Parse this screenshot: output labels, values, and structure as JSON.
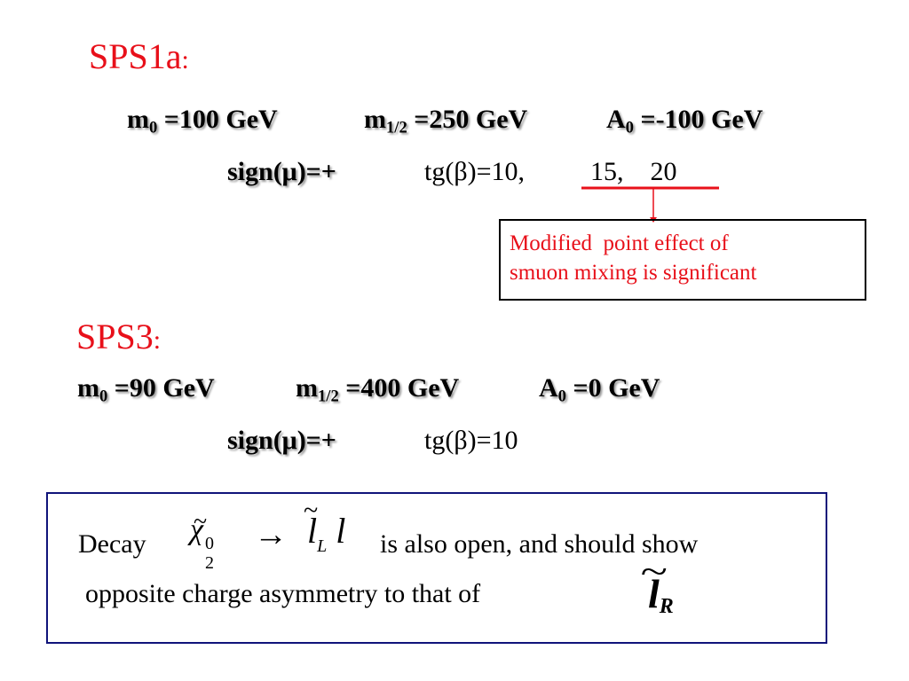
{
  "sps1a": {
    "title": "SPS1a",
    "colon": ":",
    "m0_sym": "m",
    "m0_sub": "0",
    "m0_val": " =100 GeV",
    "m12_sym": "m",
    "m12_sub": "1/2",
    "m12_val": " =250 GeV",
    "a0_sym": "A",
    "a0_sub": "0",
    "a0_val": " =-100 GeV",
    "sign": "sign(μ)=+",
    "tgb": "tg(β)=10,",
    "tgb_extra": "15,    20"
  },
  "note": {
    "line1": "Modified  point effect of",
    "line2": "smuon mixing is significant"
  },
  "sps3": {
    "title": "SPS3",
    "colon": ":",
    "m0_sym": "m",
    "m0_sub": "0",
    "m0_val": " =90 GeV",
    "m12_sym": "m",
    "m12_sub": "1/2",
    "m12_val": " =400 GeV",
    "a0_sym": "A",
    "a0_sub": "0",
    "a0_val": " =0 GeV",
    "sign": "sign(μ)=+",
    "tgb": "tg(β)=10"
  },
  "decay": {
    "word": "Decay",
    "chi": "χ",
    "chi_sup": "0",
    "chi_sub": "2",
    "arrow": "→",
    "l": "l",
    "l_sub": "L",
    "l2": "l",
    "text1": "is also open, and should show",
    "text2": "opposite charge asymmetry to that of",
    "lr": "l",
    "lr_sub": "R"
  },
  "colors": {
    "accent_red": "#e8101a",
    "box_border_blue": "#10147a"
  }
}
